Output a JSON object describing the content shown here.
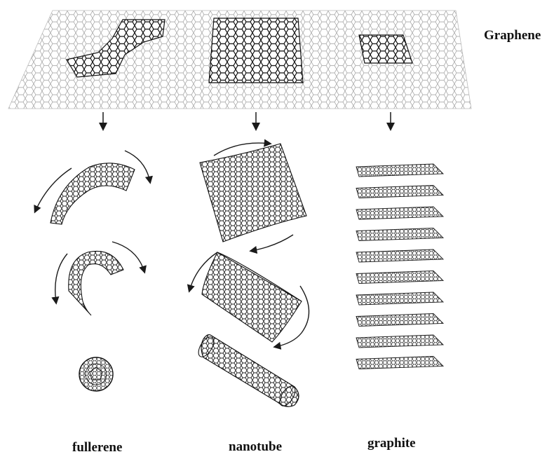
{
  "labels": {
    "graphene": "Graphene",
    "fullerene": "fullerene",
    "nanotube": "nanotube",
    "graphite": "graphite"
  },
  "colors": {
    "ink": "#1a1a1a",
    "light_ink": "#8a8a8a",
    "background": "#ffffff"
  }
}
